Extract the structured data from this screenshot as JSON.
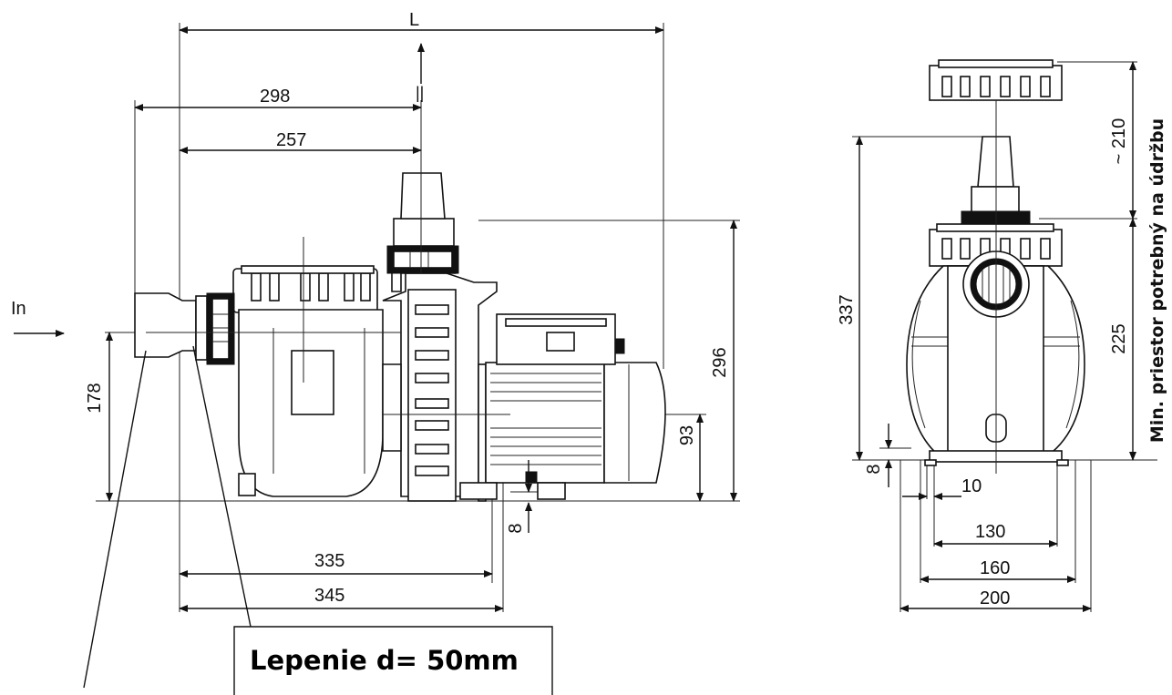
{
  "front_view": {
    "overall_length_label": "L",
    "inlet_label": "In",
    "outlet_label": "||",
    "dim_298": "298",
    "dim_257": "257",
    "dim_296": "296",
    "dim_178": "178",
    "dim_93": "93",
    "dim_8": "8",
    "dim_335": "335",
    "dim_345": "345"
  },
  "side_view": {
    "dim_337": "337",
    "dim_210": "~ 210",
    "dim_225": "225",
    "dim_8": "8",
    "dim_10": "10",
    "dim_130": "130",
    "dim_160": "160",
    "dim_200": "200",
    "maintenance_label": "Min. priestor potrebný na údržbu"
  },
  "note": {
    "text": "Lepenie d= 50mm"
  }
}
